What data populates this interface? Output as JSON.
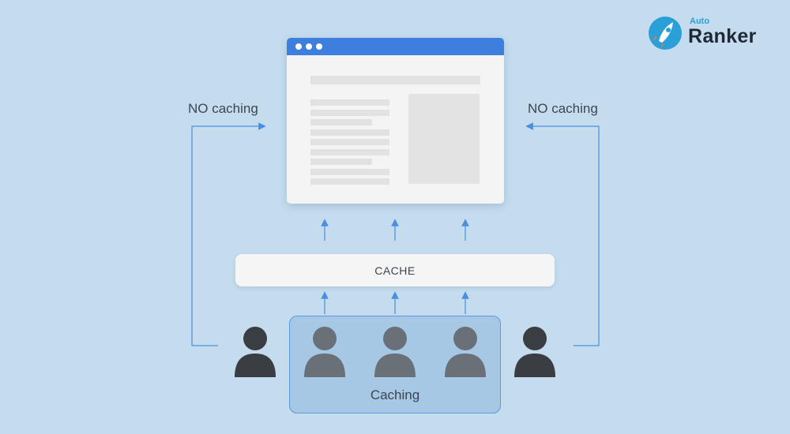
{
  "logo": {
    "small": "Auto",
    "big": "Ranker",
    "icon": "rocket-icon"
  },
  "labels": {
    "no_caching_left": "NO caching",
    "no_caching_right": "NO caching",
    "cache": "CACHE",
    "caching": "Caching"
  },
  "icons": {
    "user": "user-icon",
    "browser": "browser-window-icon"
  },
  "colors": {
    "background": "#c4dcee",
    "browser_bar": "#3c7fdd",
    "arrow": "#4a8ee0",
    "user_dark": "#3a3d42",
    "user_gray": "#6a7078",
    "caching_group": "#a7c8e4"
  }
}
